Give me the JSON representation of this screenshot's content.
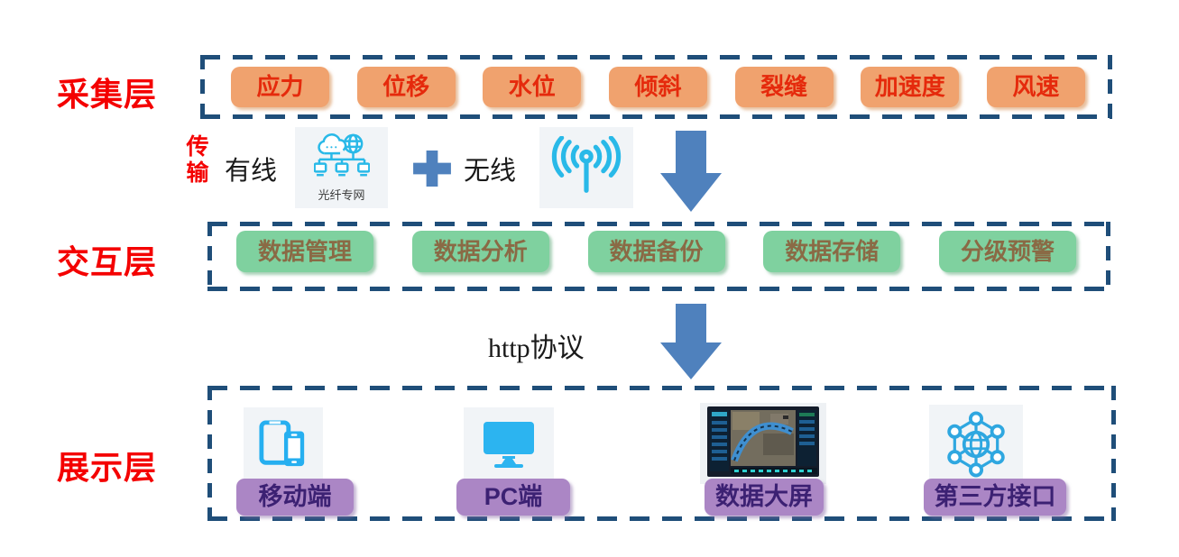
{
  "collection": {
    "label": "采集层",
    "items": [
      "应力",
      "位移",
      "水位",
      "倾斜",
      "裂缝",
      "加速度",
      "风速"
    ]
  },
  "transmission": {
    "label": "传输",
    "wired": "有线",
    "wired_caption": "光纤专网",
    "wireless": "无线"
  },
  "interaction": {
    "label": "交互层",
    "items": [
      "数据管理",
      "数据分析",
      "数据备份",
      "数据存储",
      "分级预警"
    ]
  },
  "protocol": {
    "label": "http协议"
  },
  "display": {
    "label": "展示层",
    "items": [
      {
        "label": "移动端",
        "icon": "mobile-devices-icon"
      },
      {
        "label": "PC端",
        "icon": "desktop-icon"
      },
      {
        "label": "数据大屏",
        "icon": "dashboard-screenshot"
      },
      {
        "label": "第三方接口",
        "icon": "network-hexagon-icon"
      }
    ]
  },
  "colors": {
    "accent_red": "#f40000",
    "dashed_border_blue": "#1f4e79",
    "sensor_fill": "#f0a26e",
    "sensor_text": "#e52a0c",
    "function_fill": "#7fd19f",
    "function_text": "#8a6a45",
    "purple_fill": "#ab86c5",
    "purple_text": "#3c2173",
    "arrow_blue": "#4f81bd",
    "icon_cyan": "#29b9e8"
  }
}
